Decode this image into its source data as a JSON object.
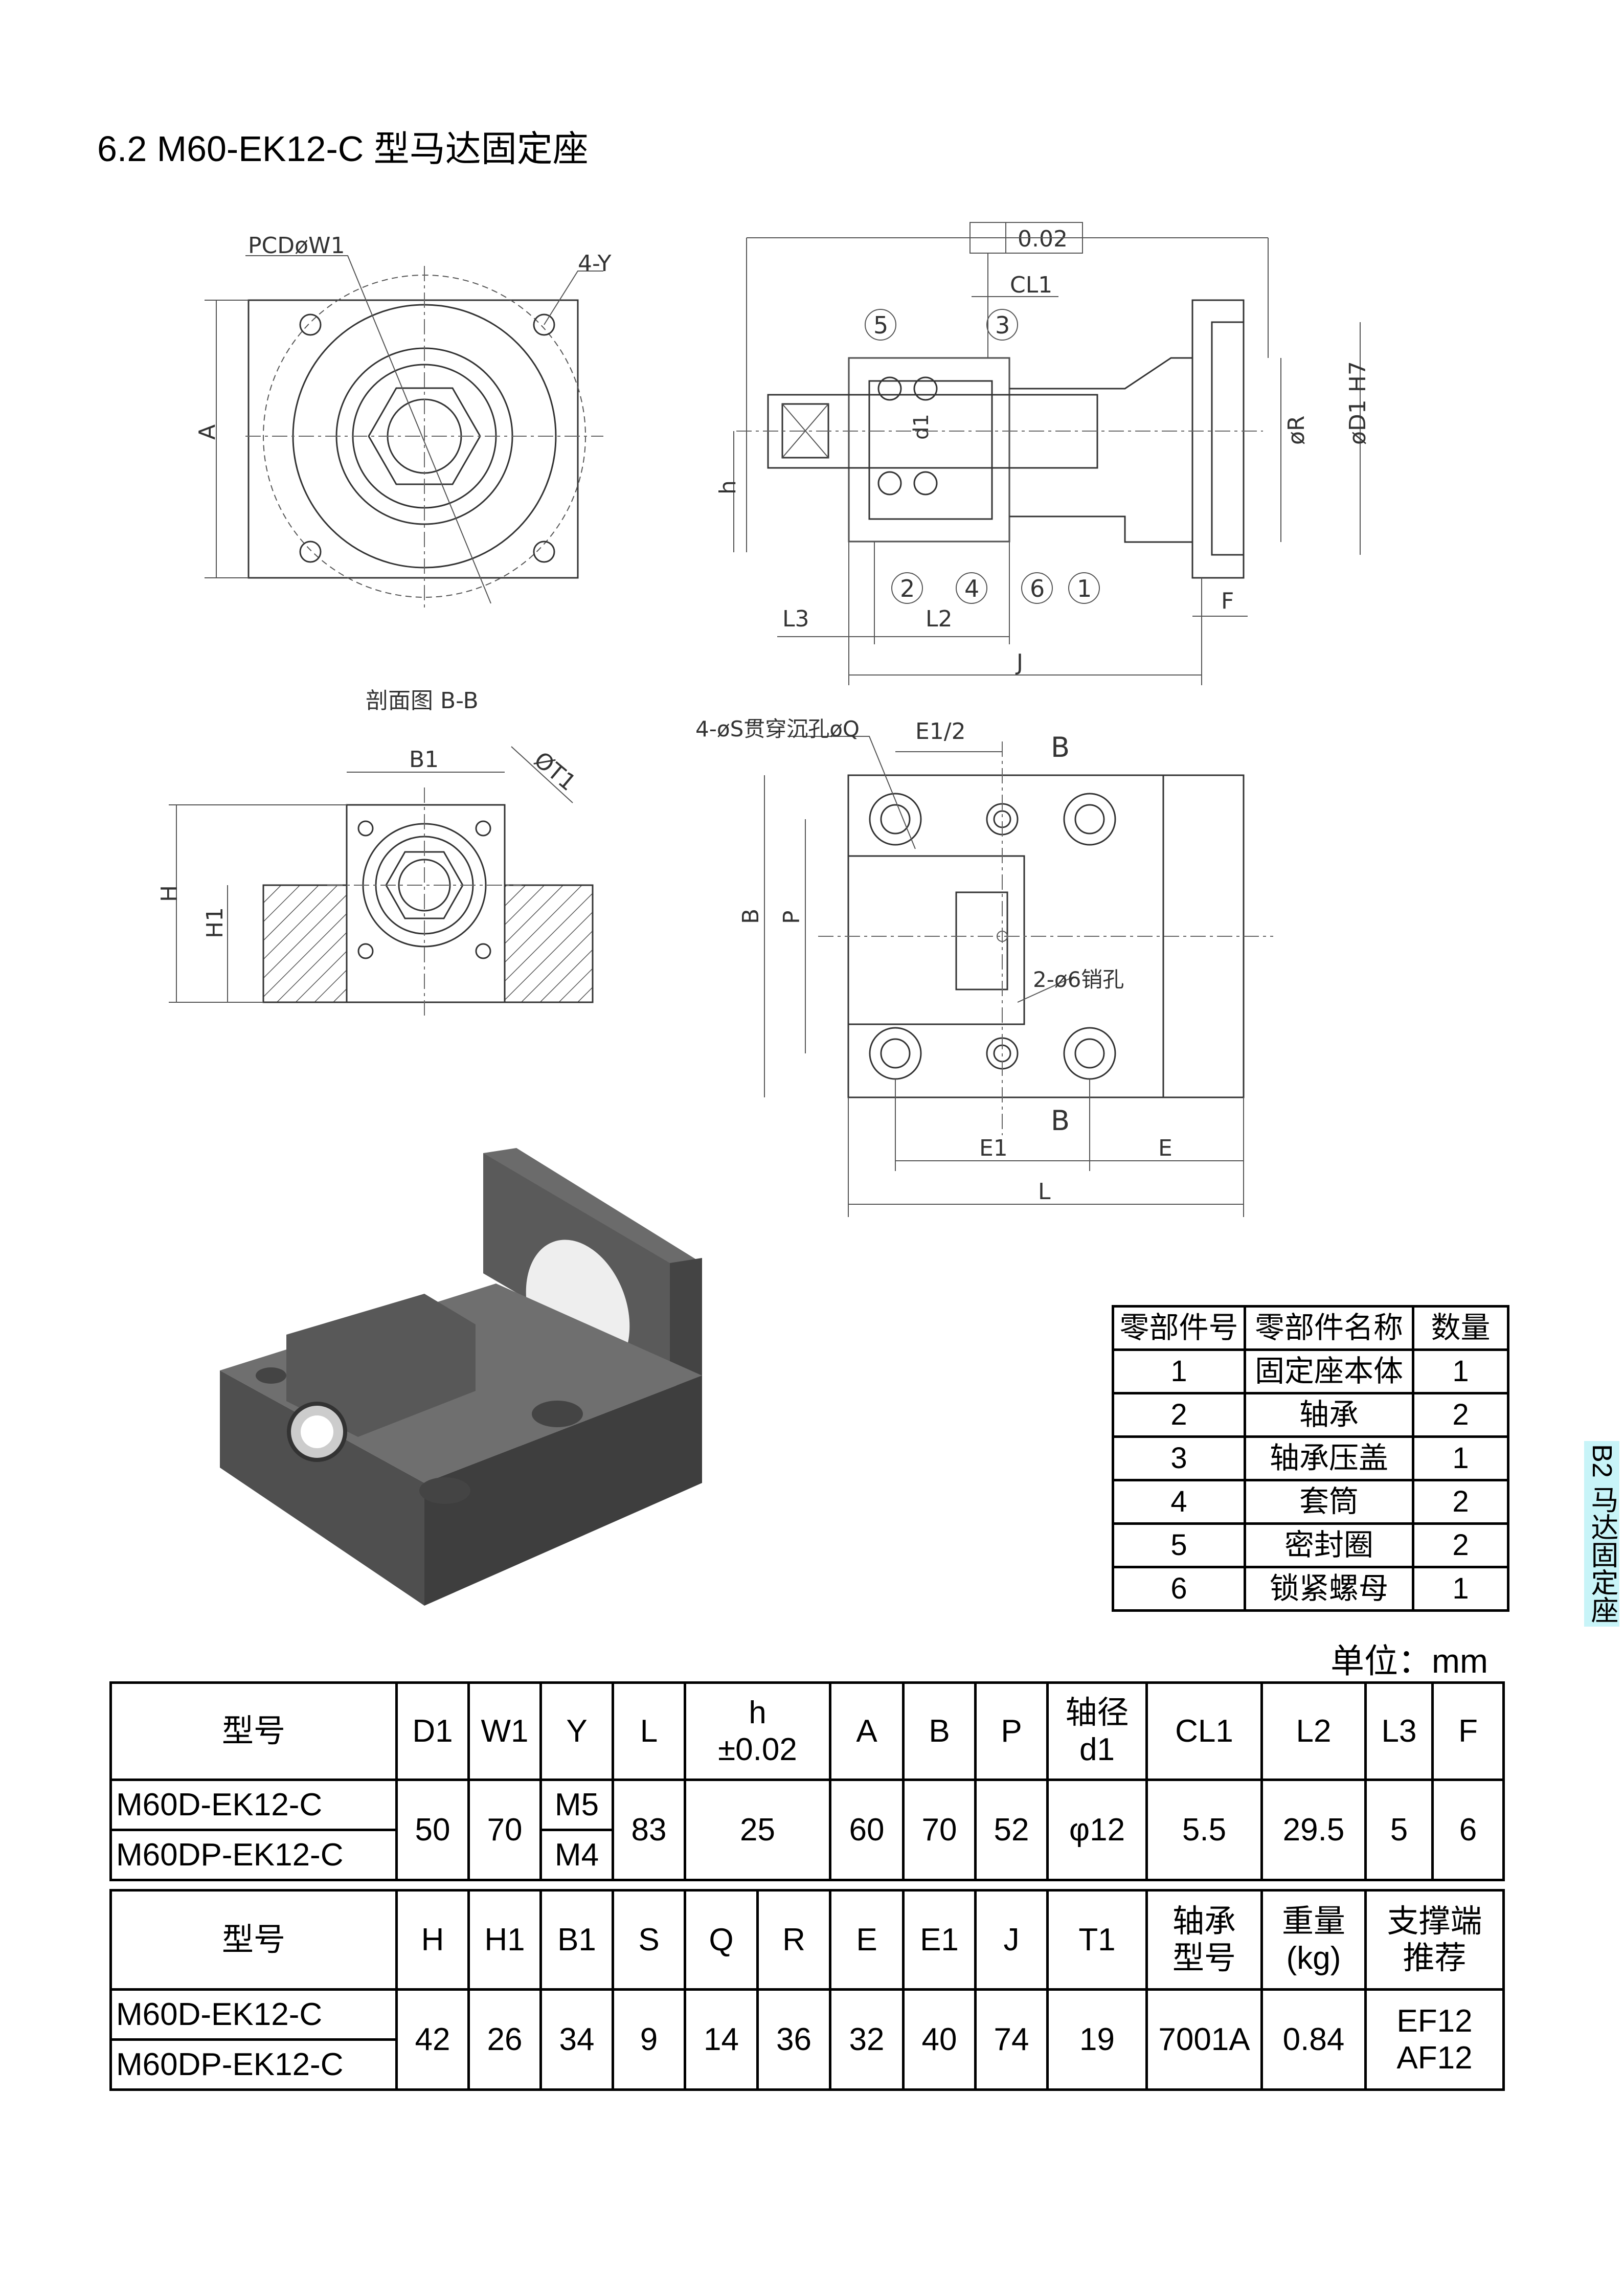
{
  "title": "6.2 M60-EK12-C 型马达固定座",
  "drawing_labels": {
    "pcd": "PCDøW1",
    "y4": "4-Y",
    "a": "A",
    "flatness": "0.02",
    "cl1": "CL1",
    "d1": "d1",
    "h": "h",
    "r": "øR",
    "d1h7": "øD1 H7",
    "l3": "L3",
    "l2": "L2",
    "j": "J",
    "f": "F",
    "n1": "1",
    "n2": "2",
    "n3": "3",
    "n4": "4",
    "n5": "5",
    "n6": "6",
    "section": "剖面图 B-B",
    "b1": "B1",
    "t1": "ØT1",
    "hh": "H",
    "h1": "H1",
    "holes": "4-øS贯穿沉孔øQ",
    "e1half": "E1/2",
    "b_top": "B",
    "b_bottom": "B",
    "b_dim": "B",
    "p": "P",
    "pins": "2-ø6销孔",
    "e1": "E1",
    "e": "E",
    "l": "L"
  },
  "parts_table": {
    "headers": [
      "零部件号",
      "零部件名称",
      "数量"
    ],
    "rows": [
      [
        "1",
        "固定座本体",
        "1"
      ],
      [
        "2",
        "轴承",
        "2"
      ],
      [
        "3",
        "轴承压盖",
        "1"
      ],
      [
        "4",
        "套筒",
        "2"
      ],
      [
        "5",
        "密封圈",
        "2"
      ],
      [
        "6",
        "锁紧螺母",
        "1"
      ]
    ]
  },
  "side_tab": "B2 马达固定座",
  "unit": "单位：mm",
  "spec_table_1": {
    "headers": [
      "型号",
      "D1",
      "W1",
      "Y",
      "L",
      "h",
      "±0.02",
      "A",
      "B",
      "P",
      "轴径",
      "d1",
      "CL1",
      "L2",
      "L3",
      "F"
    ],
    "models": [
      "M60D-EK12-C",
      "M60DP-EK12-C"
    ],
    "D1": "50",
    "W1": "70",
    "Y": [
      "M5",
      "M4"
    ],
    "L": "83",
    "h": "25",
    "A": "60",
    "B": "70",
    "P": "52",
    "d1": "φ12",
    "CL1": "5.5",
    "L2": "29.5",
    "L3": "5",
    "F": "6"
  },
  "spec_table_2": {
    "headers": [
      "型号",
      "H",
      "H1",
      "B1",
      "S",
      "Q",
      "R",
      "E",
      "E1",
      "J",
      "T1",
      "轴承",
      "型号",
      "重量",
      "(kg)",
      "支撑端",
      "推荐"
    ],
    "models": [
      "M60D-EK12-C",
      "M60DP-EK12-C"
    ],
    "H": "42",
    "H1": "26",
    "B1": "34",
    "S": "9",
    "Q": "14",
    "R": "36",
    "E": "32",
    "E1": "40",
    "J": "74",
    "T1": "19",
    "bearing": "7001A",
    "weight": "0.84",
    "support": [
      "EF12",
      "AF12"
    ]
  }
}
